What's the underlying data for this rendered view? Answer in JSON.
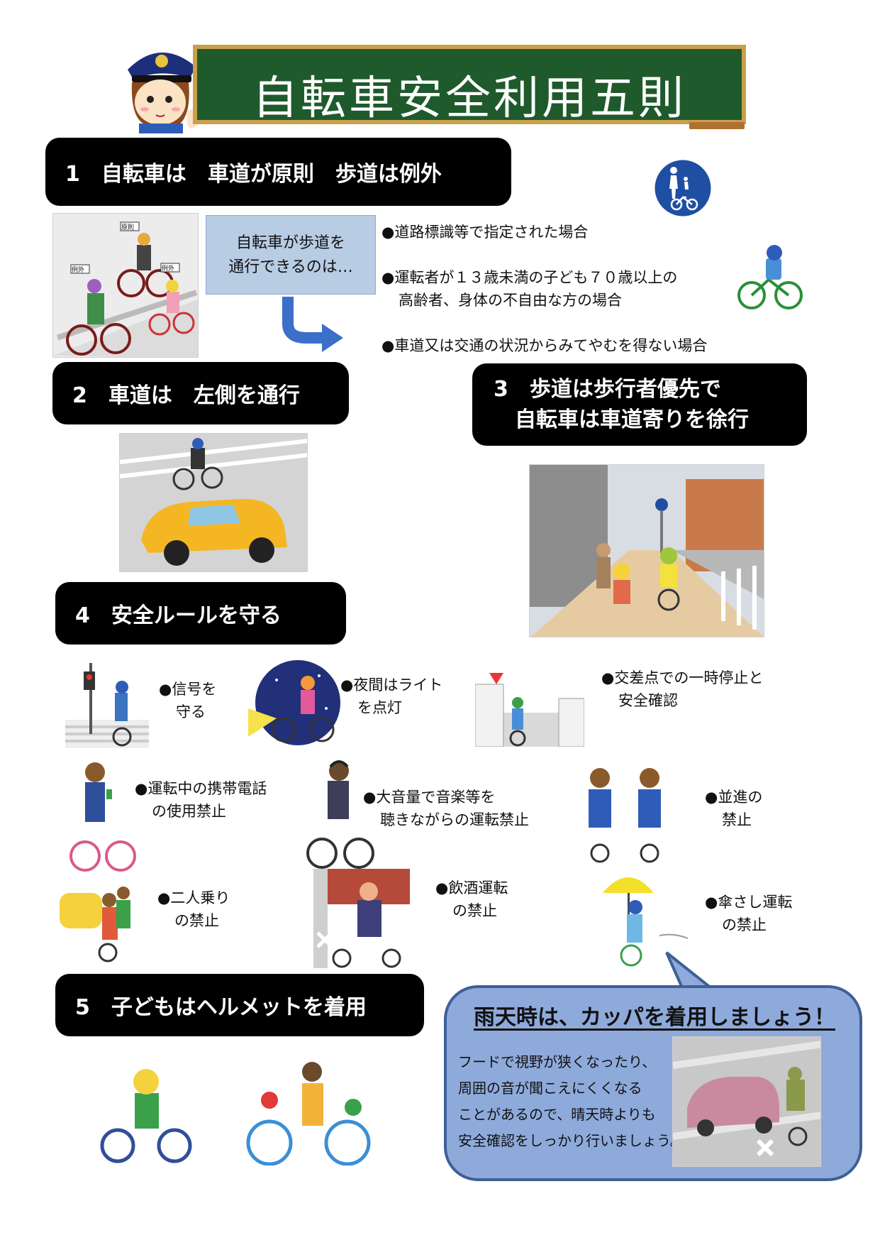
{
  "title": "自転車安全利用五則",
  "section1": {
    "header": "1　自転車は　車道が原則　歩道は例外",
    "callout": [
      "自転車が歩道を",
      "通行できるのは…"
    ],
    "bullets": [
      "●道路標識等で指定された場合",
      "●運転者が１３歳未満の子ども７０歳以上の",
      "高齢者、身体の不自由な方の場合",
      "●車道又は交通の状況からみてやむを得ない場合"
    ],
    "image_labels": [
      "原則",
      "例外",
      "例外"
    ]
  },
  "section2": {
    "header": "2　車道は　左側を通行"
  },
  "section3": {
    "header_line1": "3　歩道は歩行者優先で",
    "header_line2": "自転車は車道寄りを徐行"
  },
  "section4": {
    "header": "4　安全ルールを守る",
    "rules": [
      [
        "●信号を",
        "守る"
      ],
      [
        "●夜間はライト",
        "を点灯"
      ],
      [
        "●交差点での一時停止と",
        "安全確認"
      ],
      [
        "●運転中の携帯電話",
        "の使用禁止"
      ],
      [
        "●大音量で音楽等を",
        "聴きながらの運転禁止"
      ],
      [
        "●並進の",
        "禁止"
      ],
      [
        "●二人乗り",
        "の禁止"
      ],
      [
        "●飲酒運転",
        "の禁止"
      ],
      [
        "●傘さし運転",
        "の禁止"
      ]
    ]
  },
  "section5": {
    "header": "5　子どもはヘルメットを着用"
  },
  "rain": {
    "title": "雨天時は、カッパを着用しましょう！",
    "body": [
      "フードで視野が狭くなったり、",
      "周囲の音が聞こえにくくなる",
      "ことがあるので、晴天時よりも",
      "安全確認をしっかり行いましょう。"
    ]
  },
  "colors": {
    "board": "#1f5a2c",
    "header_bg": "#000000",
    "callout": "#b8cce4",
    "bubble": "#8eaadb",
    "sign": "#1f4fa3"
  }
}
